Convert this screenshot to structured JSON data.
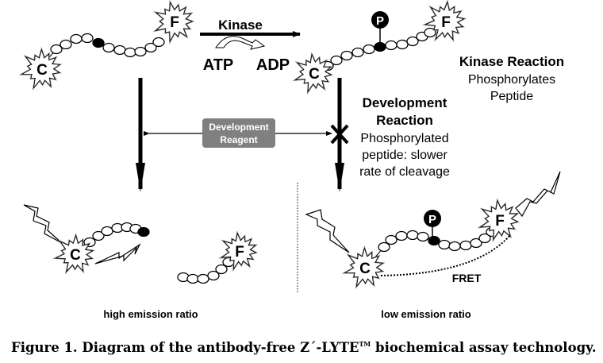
{
  "top": {
    "kinase_label": "Kinase",
    "atp_label": "ATP",
    "adp_label": "ADP",
    "c_label": "C",
    "f_label": "F",
    "p_label": "P"
  },
  "kinase_reaction": {
    "title": "Kinase Reaction",
    "line1": "Phosphorylates",
    "line2": "Peptide"
  },
  "development": {
    "reagent_line1": "Development",
    "reagent_line2": "Reagent",
    "title_line1": "Development",
    "title_line2": "Reaction",
    "desc_line1": "Phosphorylated",
    "desc_line2": "peptide: slower",
    "desc_line3": "rate of cleavage"
  },
  "bottom": {
    "left_label": "high emission ratio",
    "right_label": "low emission ratio",
    "fret_label": "FRET"
  },
  "caption": {
    "prefix": "Figure 1.  Diagram of the antibody-free Z´-LYTE",
    "tm": "TM",
    "suffix": " biochemical assay technology."
  }
}
